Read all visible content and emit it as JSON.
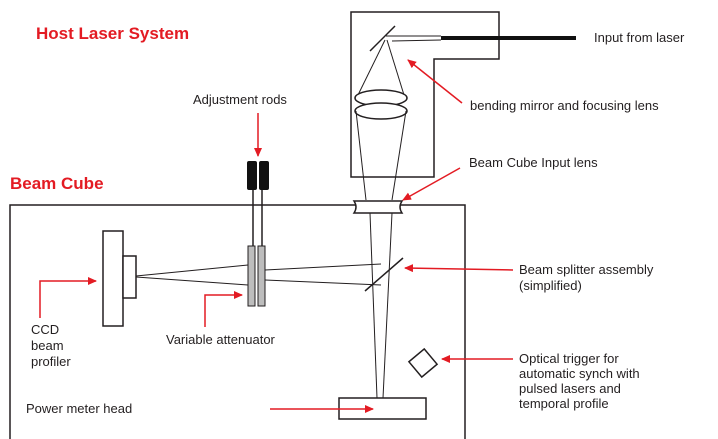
{
  "titles": {
    "host_laser_system": "Host Laser System",
    "beam_cube": "Beam Cube"
  },
  "labels": {
    "input_from_laser": "Input from laser",
    "bending_mirror_focusing_lens": "bending mirror and focusing lens",
    "beam_cube_input_lens": "Beam Cube Input lens",
    "adjustment_rods": "Adjustment rods",
    "beam_splitter_line1": "Beam splitter assembly",
    "beam_splitter_line2": "(simplified)",
    "ccd_line1": "CCD",
    "ccd_line2": "beam",
    "ccd_line3": "profiler",
    "variable_attenuator": "Variable attenuator",
    "optical_trigger_line1": "Optical trigger for",
    "optical_trigger_line2": "automatic synch with",
    "optical_trigger_line3": "pulsed lasers and",
    "optical_trigger_line4": "temporal profile",
    "power_meter_head": "Power meter head"
  },
  "colors": {
    "title_red": "#e31b23",
    "arrow_red": "#e31b23",
    "line": "#231f20",
    "attenuator_fill": "#bdbdbd"
  }
}
